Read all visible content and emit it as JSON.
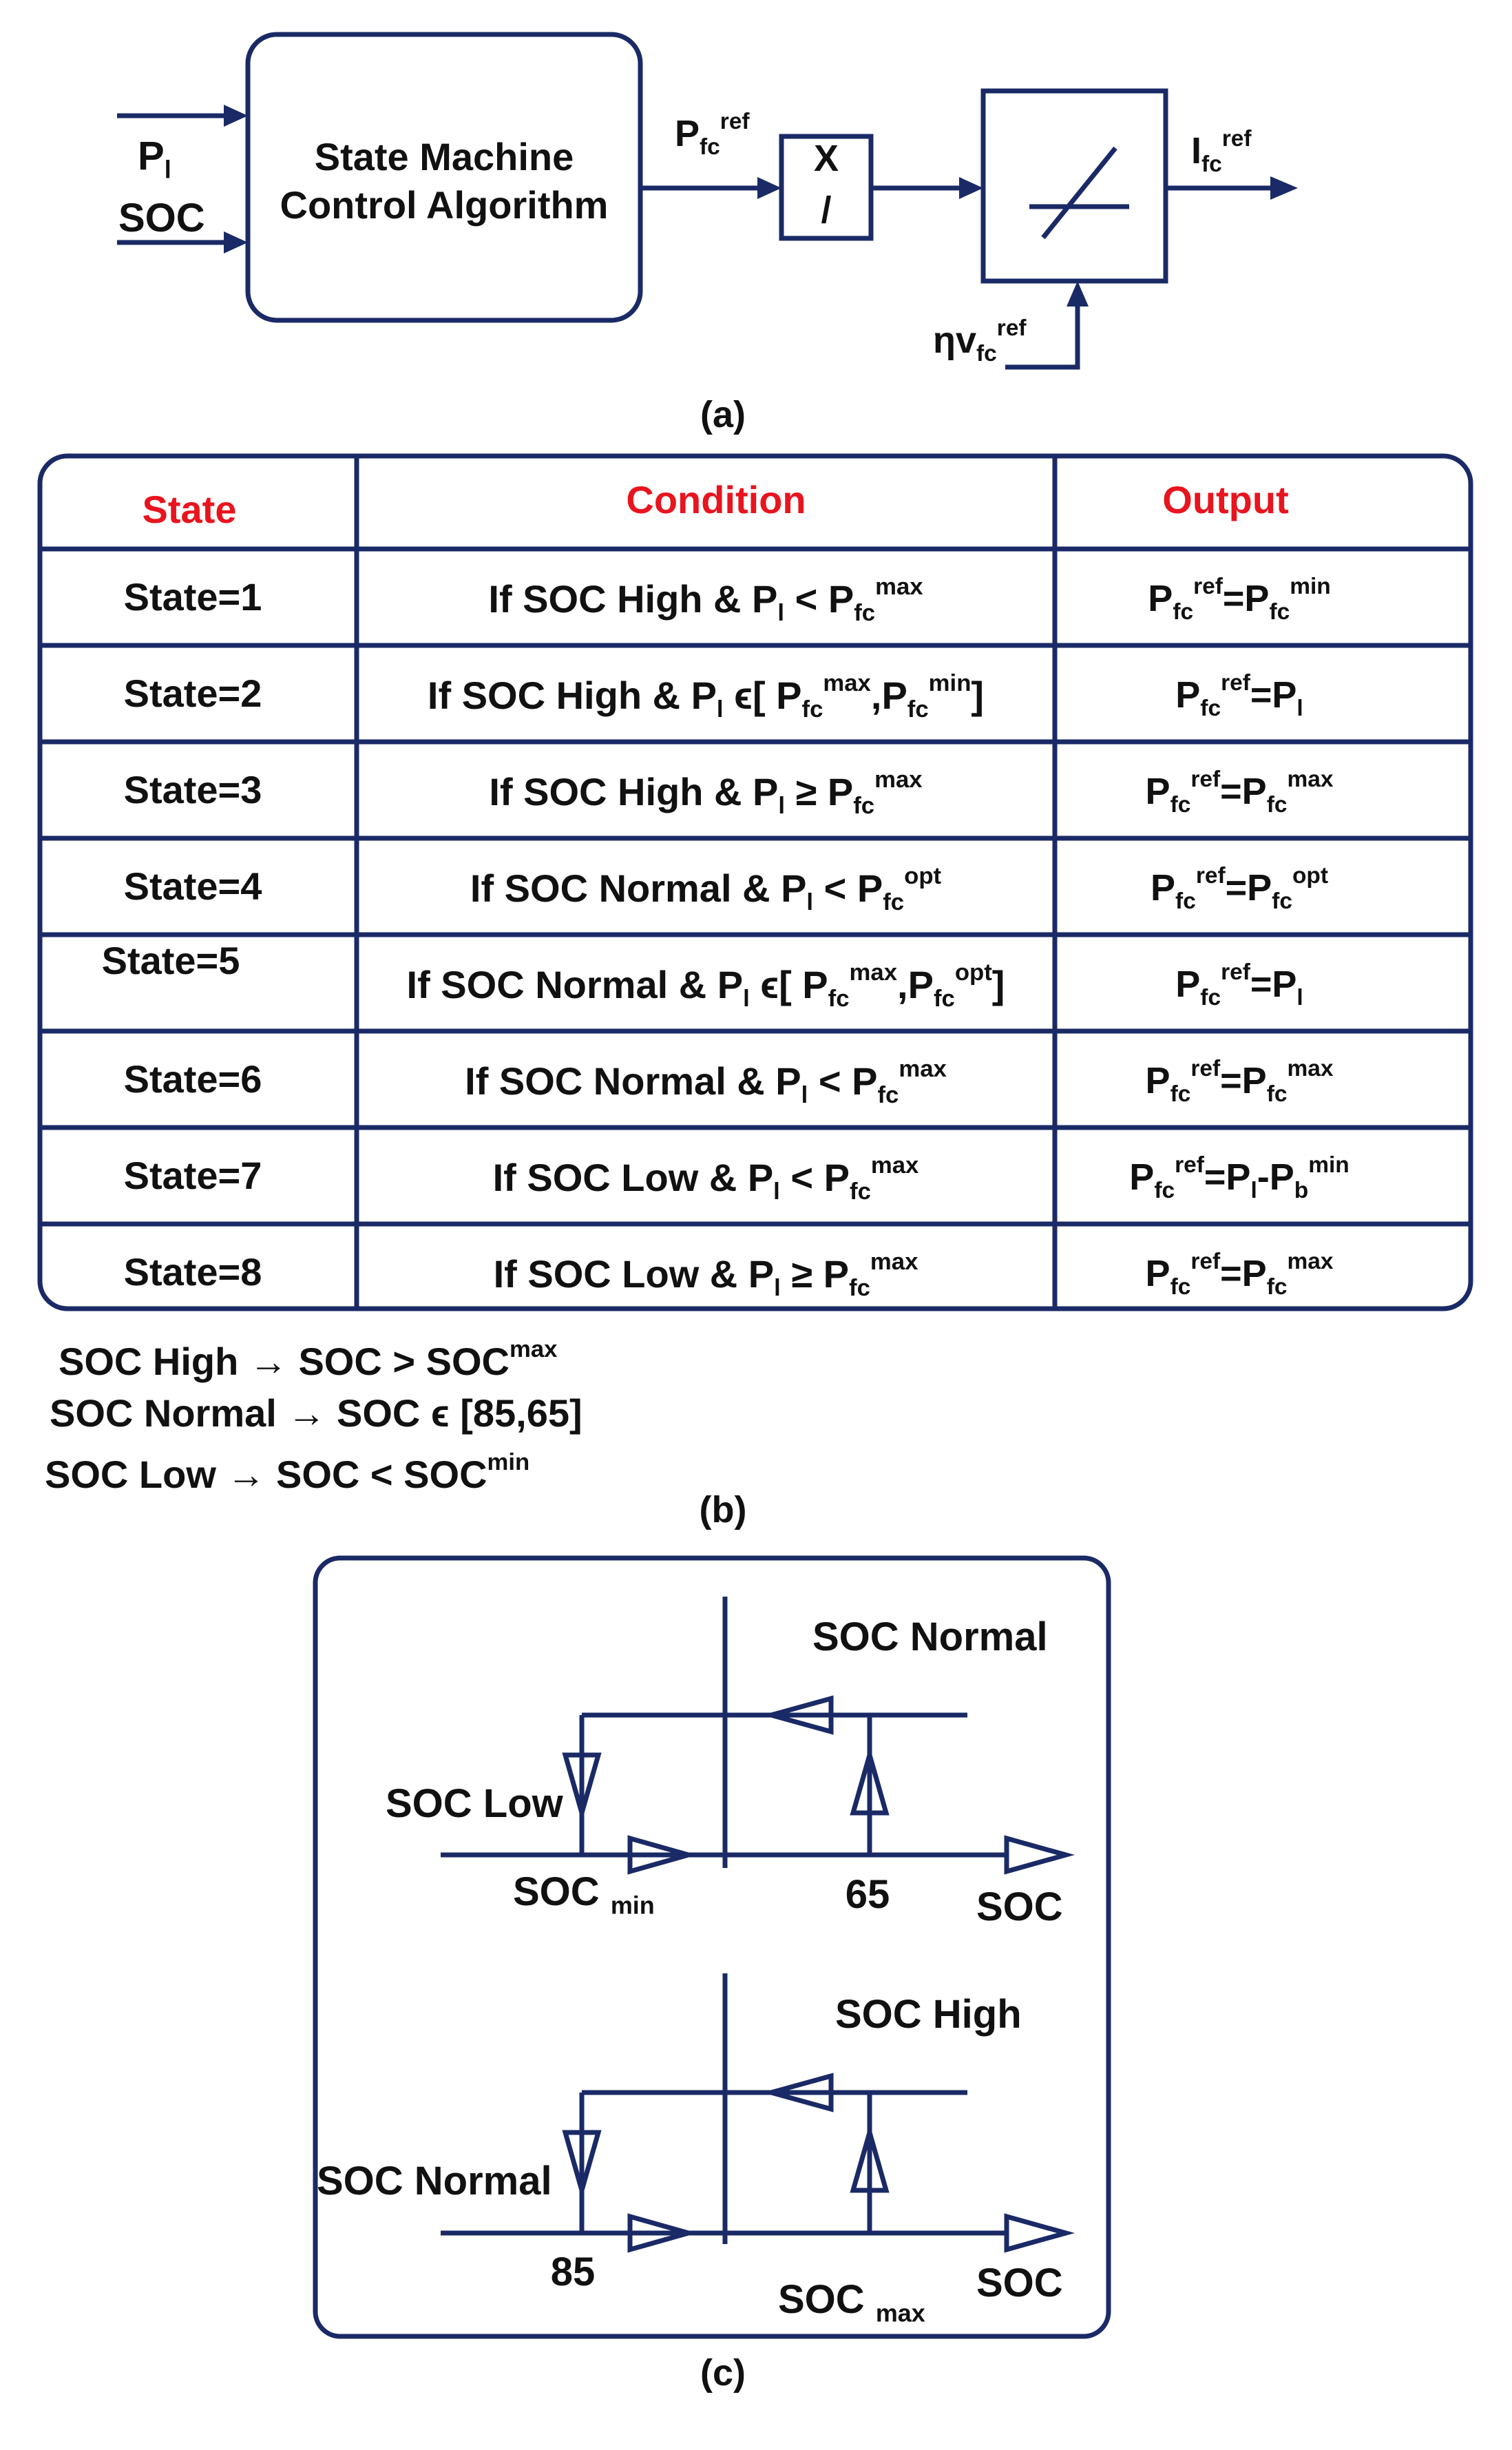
{
  "panel_a": {
    "caption": "(a)",
    "block_title_line1": "State Machine",
    "block_title_line2": "Control Algorithm",
    "input_pl": {
      "base": "P",
      "sub": "l"
    },
    "input_soc": "SOC",
    "output_pfc": {
      "base": "P",
      "sub": "fc",
      "sup": "ref"
    },
    "divider_top": "X",
    "divider_bottom": "/",
    "output_ifc": {
      "base": "I",
      "sub": "fc",
      "sup": "ref"
    },
    "feedback": {
      "base": "ηv",
      "sub": "fc",
      "sup": "ref"
    }
  },
  "panel_b": {
    "caption": "(b)",
    "headers": [
      "State",
      "Condition",
      "Output"
    ],
    "header_color": "#e8141e",
    "rows": [
      {
        "state": "State=1",
        "condition": [
          [
            "If SOC High & P"
          ],
          [
            "l",
            "sub"
          ],
          [
            " < P"
          ],
          [
            "fc",
            "sub"
          ],
          [
            "max",
            "sup"
          ]
        ],
        "output": [
          [
            "P"
          ],
          [
            "fc",
            "sub"
          ],
          [
            "ref",
            "sup"
          ],
          [
            "=P"
          ],
          [
            "fc",
            "sub"
          ],
          [
            "min",
            "sup"
          ]
        ]
      },
      {
        "state": "State=2",
        "condition": [
          [
            "If SOC High & P"
          ],
          [
            "l",
            "sub"
          ],
          [
            " ϵ[ P"
          ],
          [
            "fc",
            "sub"
          ],
          [
            "max",
            "sup"
          ],
          [
            ",P"
          ],
          [
            "fc",
            "sub"
          ],
          [
            "min",
            "sup"
          ],
          [
            "]"
          ]
        ],
        "output": [
          [
            "P"
          ],
          [
            "fc",
            "sub"
          ],
          [
            "ref",
            "sup"
          ],
          [
            "=P"
          ],
          [
            "l",
            "sub"
          ]
        ]
      },
      {
        "state": "State=3",
        "condition": [
          [
            "If SOC High & P"
          ],
          [
            "l",
            "sub"
          ],
          [
            " ≥ P"
          ],
          [
            "fc",
            "sub"
          ],
          [
            "max",
            "sup"
          ]
        ],
        "output": [
          [
            "P"
          ],
          [
            "fc",
            "sub"
          ],
          [
            "ref",
            "sup"
          ],
          [
            "=P"
          ],
          [
            "fc",
            "sub"
          ],
          [
            "max",
            "sup"
          ]
        ]
      },
      {
        "state": "State=4",
        "condition": [
          [
            "If SOC Normal & P"
          ],
          [
            "l",
            "sub"
          ],
          [
            " < P"
          ],
          [
            "fc",
            "sub"
          ],
          [
            "opt",
            "sup"
          ]
        ],
        "output": [
          [
            "P"
          ],
          [
            "fc",
            "sub"
          ],
          [
            "ref",
            "sup"
          ],
          [
            "=P"
          ],
          [
            "fc",
            "sub"
          ],
          [
            "opt",
            "sup"
          ]
        ]
      },
      {
        "state": "State=5",
        "condition": [
          [
            "If SOC Normal & P"
          ],
          [
            "l",
            "sub"
          ],
          [
            " ϵ[ P"
          ],
          [
            "fc",
            "sub"
          ],
          [
            "max",
            "sup"
          ],
          [
            ",P"
          ],
          [
            "fc",
            "sub"
          ],
          [
            "opt",
            "sup"
          ],
          [
            "]"
          ]
        ],
        "output": [
          [
            "P"
          ],
          [
            "fc",
            "sub"
          ],
          [
            "ref",
            "sup"
          ],
          [
            "=P"
          ],
          [
            "l",
            "sub"
          ]
        ]
      },
      {
        "state": "State=6",
        "condition": [
          [
            "If SOC Normal & P"
          ],
          [
            "l",
            "sub"
          ],
          [
            " < P"
          ],
          [
            "fc",
            "sub"
          ],
          [
            "max",
            "sup"
          ]
        ],
        "output": [
          [
            "P"
          ],
          [
            "fc",
            "sub"
          ],
          [
            "ref",
            "sup"
          ],
          [
            "=P"
          ],
          [
            "fc",
            "sub"
          ],
          [
            "max",
            "sup"
          ]
        ]
      },
      {
        "state": "State=7",
        "condition": [
          [
            "If SOC Low & P"
          ],
          [
            "l",
            "sub"
          ],
          [
            " < P"
          ],
          [
            "fc",
            "sub"
          ],
          [
            "max",
            "sup"
          ]
        ],
        "output": [
          [
            "P"
          ],
          [
            "fc",
            "sub"
          ],
          [
            "ref",
            "sup"
          ],
          [
            "=P"
          ],
          [
            "l",
            "sub"
          ],
          [
            "-P"
          ],
          [
            "b",
            "sub"
          ],
          [
            "min",
            "sup"
          ]
        ]
      },
      {
        "state": "State=8",
        "condition": [
          [
            "If SOC Low & P"
          ],
          [
            "l",
            "sub"
          ],
          [
            " ≥ P"
          ],
          [
            "fc",
            "sub"
          ],
          [
            "max",
            "sup"
          ]
        ],
        "output": [
          [
            "P"
          ],
          [
            "fc",
            "sub"
          ],
          [
            "ref",
            "sup"
          ],
          [
            "=P"
          ],
          [
            "fc",
            "sub"
          ],
          [
            "max",
            "sup"
          ]
        ]
      }
    ],
    "notes": [
      [
        [
          "SOC High → SOC > SOC"
        ],
        [
          "max",
          "sup"
        ]
      ],
      [
        [
          "SOC Normal → SOC ϵ [85,65]"
        ]
      ],
      [
        [
          "SOC Low → SOC < SOC"
        ],
        [
          "min",
          "sup"
        ]
      ]
    ]
  },
  "panel_c": {
    "caption": "(c)",
    "top": {
      "upper_label": "SOC Normal",
      "lower_label": "SOC Low",
      "threshold_low": {
        "base": "SOC ",
        "sub": "min"
      },
      "threshold_high": "65",
      "axis_label": "SOC"
    },
    "bottom": {
      "upper_label": "SOC High",
      "lower_label": "SOC Normal",
      "threshold_low": "85",
      "threshold_high": {
        "base": "SOC ",
        "sub": "max"
      },
      "axis_label": "SOC"
    },
    "line_color": "#1a2a66"
  }
}
